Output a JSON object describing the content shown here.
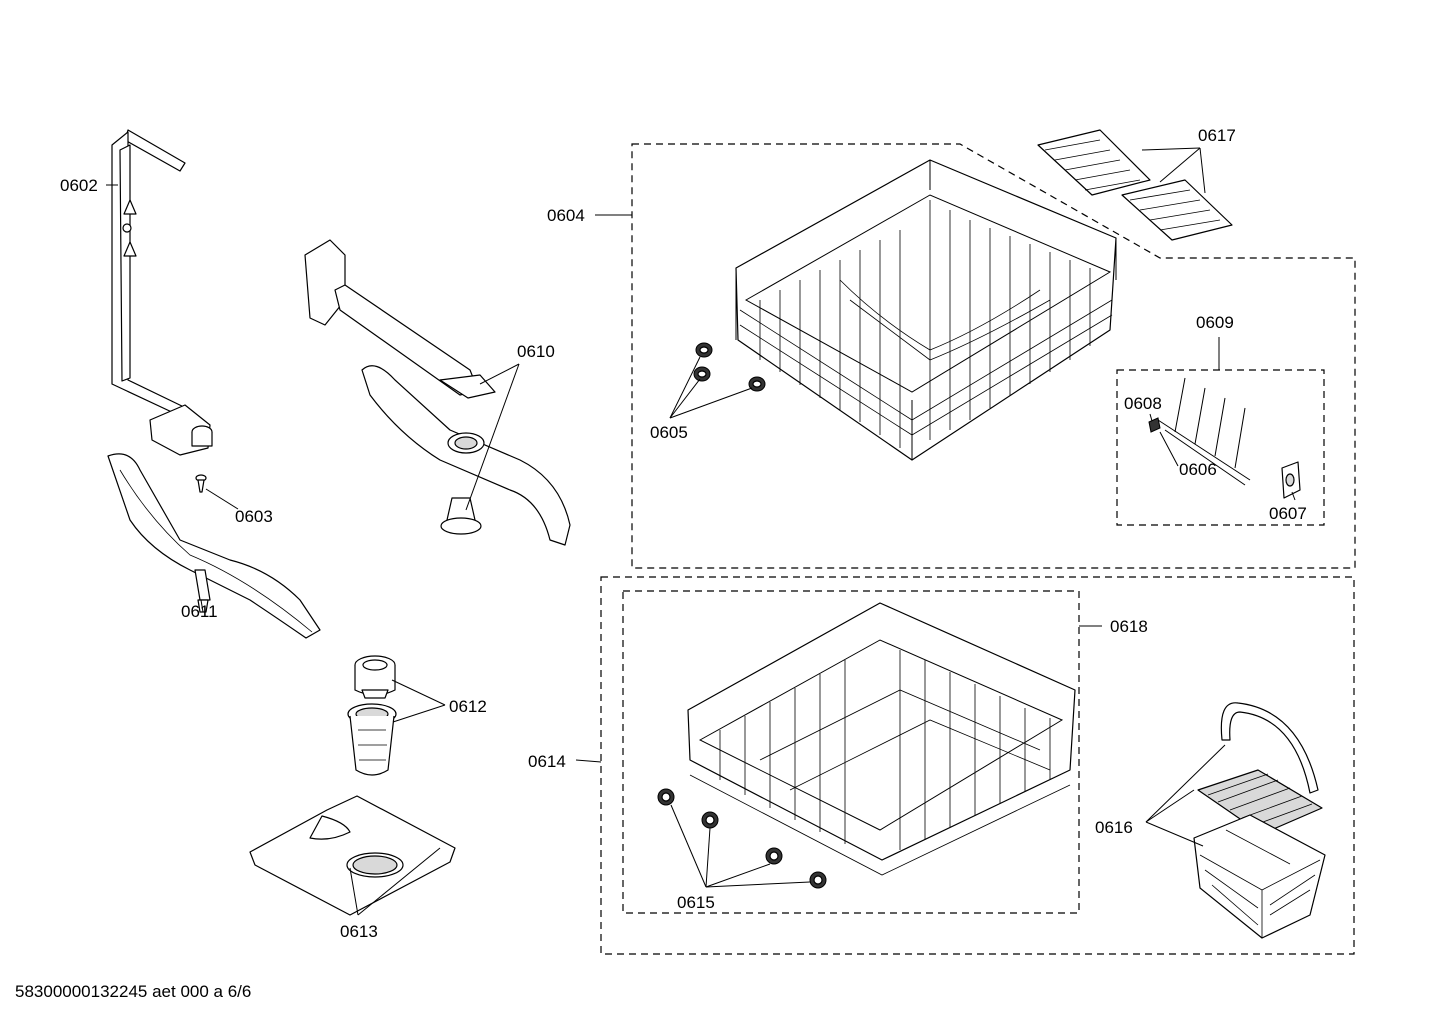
{
  "labels": {
    "p0602": "0602",
    "p0603": "0603",
    "p0604": "0604",
    "p0605": "0605",
    "p0606": "0606",
    "p0607": "0607",
    "p0608": "0608",
    "p0609": "0609",
    "p0610": "0610",
    "p0611": "0611",
    "p0612": "0612",
    "p0613": "0613",
    "p0614": "0614",
    "p0615": "0615",
    "p0616": "0616",
    "p0617": "0617",
    "p0618": "0618"
  },
  "footer": {
    "code": "58300000132245 aet 000 a 6/6"
  }
}
